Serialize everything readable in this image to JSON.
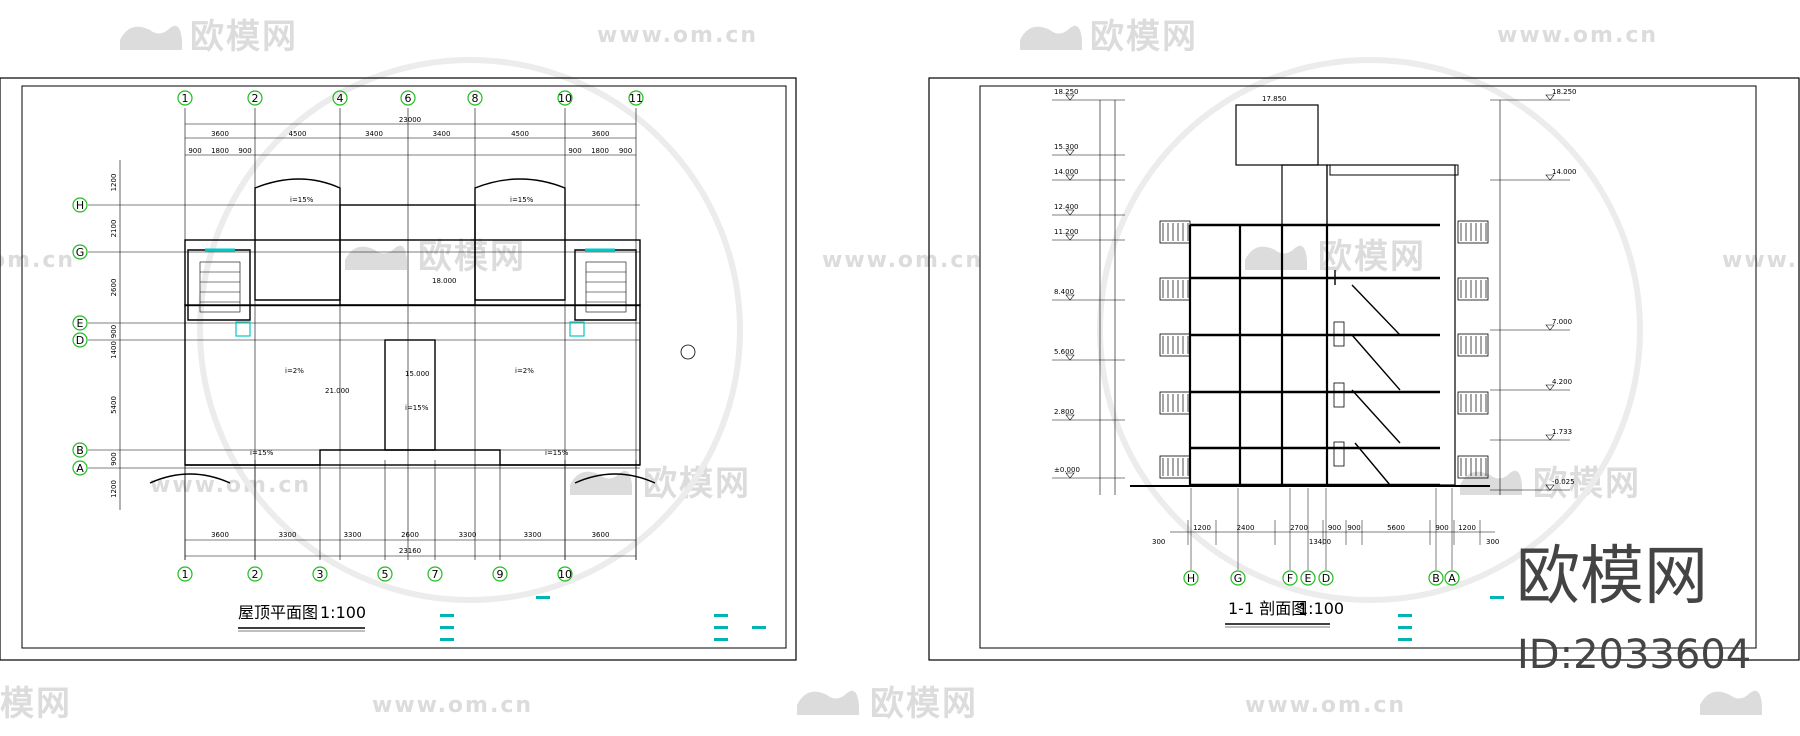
{
  "watermark": {
    "brand_cn": "欧模网",
    "url": "www.om.cn"
  },
  "left_drawing": {
    "title": "屋顶平面图",
    "scale": "1:100",
    "top_dims": [
      "3600",
      "4500",
      "3400",
      "3400",
      "4500",
      "3600"
    ],
    "top_total": "23000",
    "top_sub_dims": [
      "900",
      "1800",
      "900",
      "900",
      "1800",
      "900"
    ],
    "bottom_dims": [
      "3600",
      "3300",
      "3300",
      "2600",
      "3300",
      "3300",
      "3600"
    ],
    "bottom_total": "23160",
    "top_axes": [
      "1",
      "2",
      "4",
      "6",
      "8",
      "10",
      "11"
    ],
    "bottom_axes": [
      "1",
      "2",
      "3",
      "5",
      "7",
      "9",
      "10"
    ],
    "left_axes": [
      "H",
      "G",
      "E",
      "D",
      "B",
      "A"
    ],
    "left_dims": [
      "1200",
      "2100",
      "2600",
      "900",
      "1400",
      "5400",
      "900",
      "1200"
    ],
    "slopes": [
      "i=15%",
      "i=15%",
      "i=2%",
      "i=2%",
      "i=15%",
      "i=15%",
      "i=15%"
    ],
    "elevations": [
      "18.000",
      "21.000",
      "15.000"
    ]
  },
  "right_drawing": {
    "title": "1-1 剖面图",
    "scale": "1:100",
    "levels_left": [
      "18.250",
      "15.300",
      "14.000",
      "12.400",
      "11.200",
      "8.400",
      "5.600",
      "2.800",
      "±0.000"
    ],
    "levels_right": [
      "18.250",
      "14.000",
      "7.000",
      "4.200",
      "1.733",
      "-0.025"
    ],
    "top_level": "17.850",
    "bottom_dims": [
      "1200",
      "2400",
      "2700",
      "900",
      "900",
      "5600",
      "900",
      "1200"
    ],
    "bottom_total": "13400",
    "edge_dims": [
      "300",
      "300"
    ],
    "bottom_axes": [
      "H",
      "G",
      "F",
      "E",
      "D",
      "B",
      "A"
    ]
  },
  "brand_block": {
    "name": "欧模网",
    "id": "ID:2033604"
  }
}
